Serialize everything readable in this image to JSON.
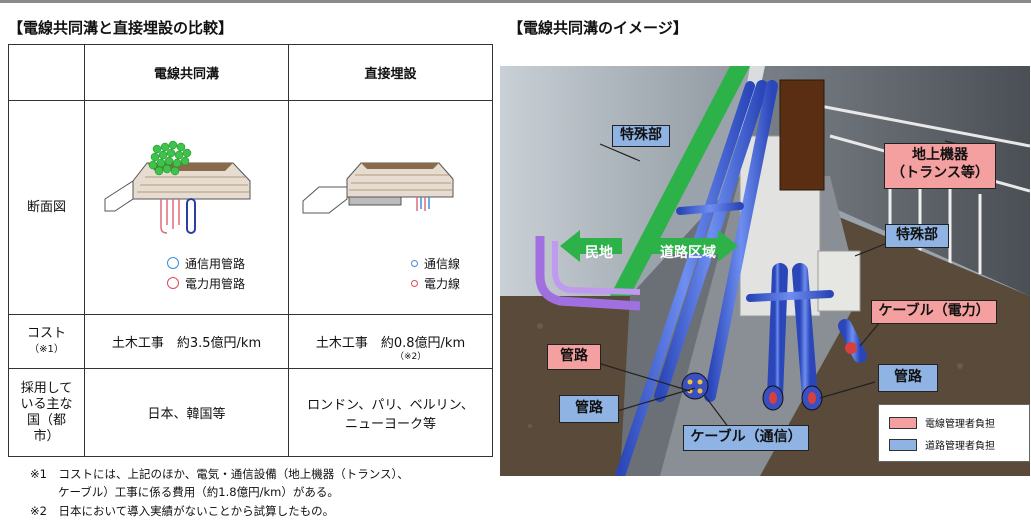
{
  "left_title": "【電線共同溝と直接埋設の比較】",
  "right_title": "【電線共同溝のイメージ】",
  "table": {
    "col_headers": [
      "電線共同溝",
      "直接埋設"
    ],
    "row_section": "断面図",
    "row_cost": {
      "label": "コスト",
      "note": "（※1）"
    },
    "cost_values": [
      "土木工事　約3.5億円/km",
      "土木工事　約0.8億円/km"
    ],
    "cost_note": "（※2）",
    "row_adopt": {
      "line1": "採用して",
      "line2": "いる主な",
      "line3": "国（都",
      "line4": "市）"
    },
    "adopt_values": [
      "日本、韓国等",
      "ロンドン、パリ、ベルリン、",
      "ニューヨーク等"
    ],
    "legend_left": [
      "通信用管路",
      "電力用管路"
    ],
    "legend_right": [
      "通信線",
      "電力線"
    ]
  },
  "notes": {
    "n1a": "※1　コストには、上記のほか、電気・通信設備（地上機器（トランス）、",
    "n1b": "ケーブル）工事に係る費用（約1.8億円/km）がある。",
    "n2": "※2　日本において導入実績がないことから試算したもの。"
  },
  "image_labels": {
    "tokushubu_1": "特殊部",
    "tokushubu_2": "特殊部",
    "chijo_line1": "地上機器",
    "chijo_line2": "（トランス等）",
    "minchi": "民地",
    "doro": "道路区域",
    "cable_power": "ケーブル（電力）",
    "kanro_1": "管路",
    "kanro_2": "管路",
    "kanro_3": "管路",
    "cable_comm": "ケーブル（通信）"
  },
  "image_legend": [
    "電線管理者負担",
    "道路管理者負担"
  ],
  "colors": {
    "blue_label": "#8fb3e3",
    "pink_label": "#f5a0a0",
    "green_arrow": "#2db24a",
    "pipe_blue": "#4a66d0"
  }
}
